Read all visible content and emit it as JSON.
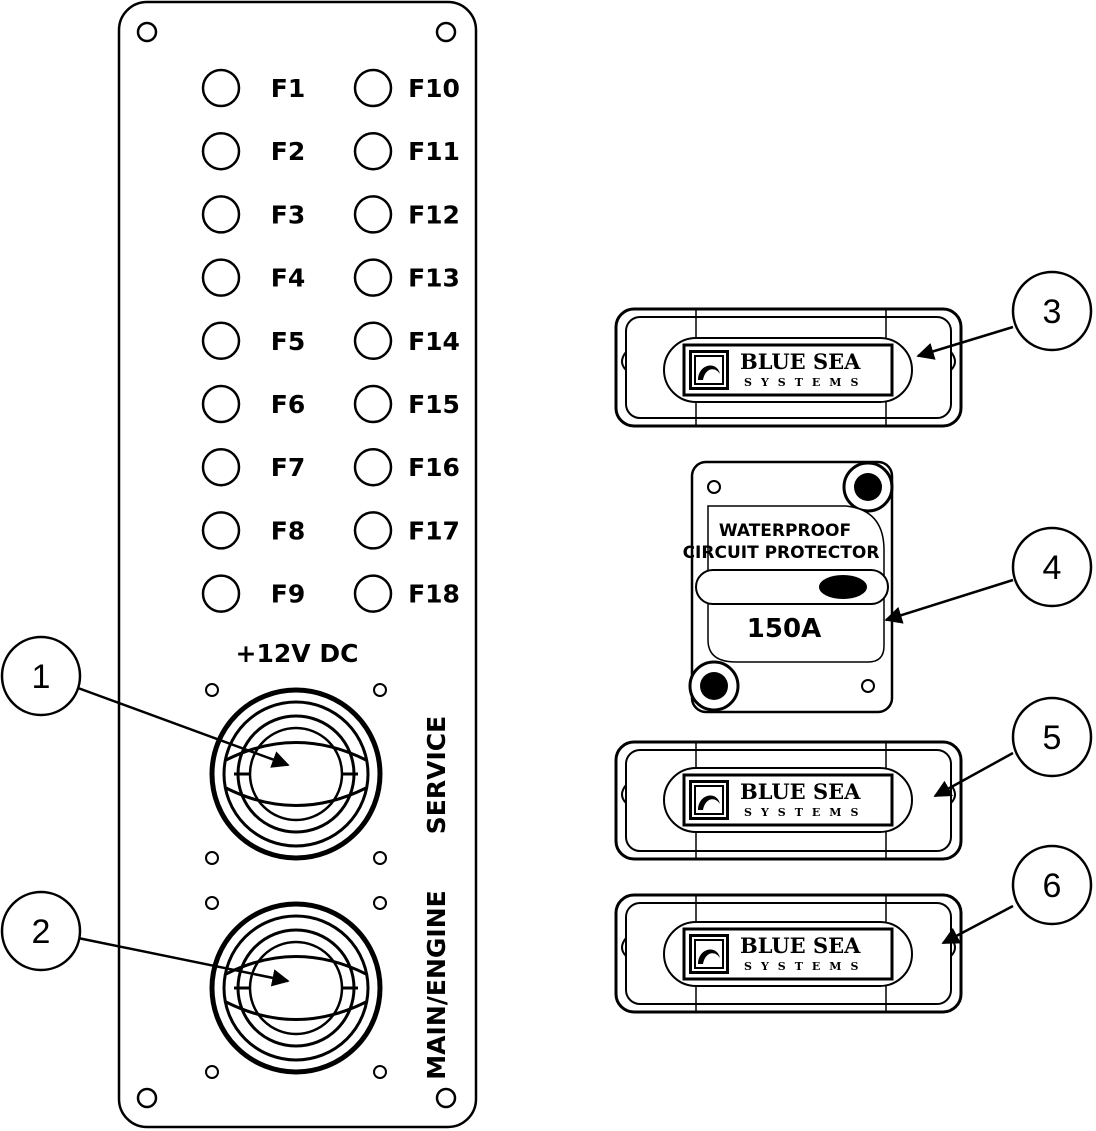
{
  "panel": {
    "fuses_left": [
      "F1",
      "F2",
      "F3",
      "F4",
      "F5",
      "F6",
      "F7",
      "F8",
      "F9"
    ],
    "fuses_right": [
      "F10",
      "F11",
      "F12",
      "F13",
      "F14",
      "F15",
      "F16",
      "F17",
      "F18"
    ],
    "voltage_label": "+12V DC",
    "switch_service_label": "SERVICE",
    "switch_main_label": "MAIN/ENGINE"
  },
  "callouts": [
    "1",
    "2",
    "3",
    "4",
    "5",
    "6"
  ],
  "fuse_blocks": [
    {
      "brand_line1": "BLUE SEA",
      "brand_line2": "SYSTEMS"
    },
    {
      "brand_line1": "BLUE SEA",
      "brand_line2": "SYSTEMS"
    },
    {
      "brand_line1": "BLUE SEA",
      "brand_line2": "SYSTEMS"
    }
  ],
  "breaker": {
    "line1": "WATERPROOF",
    "line2": "CIRCUIT PROTECTOR",
    "rating": "150A"
  }
}
